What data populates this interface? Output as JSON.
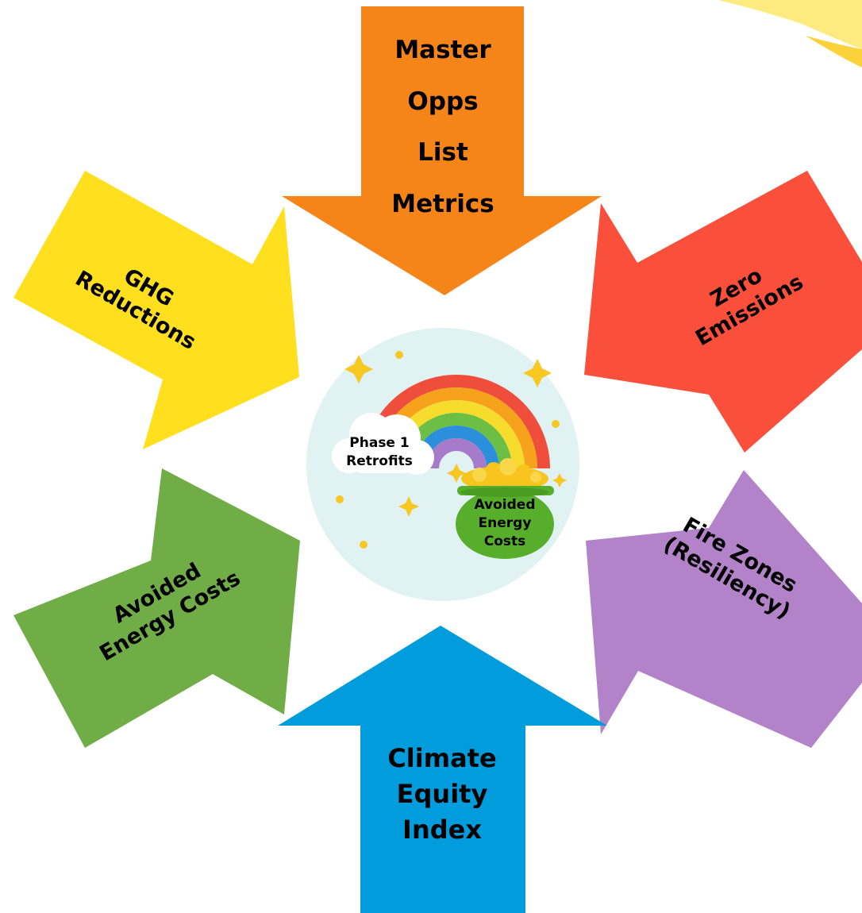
{
  "arrows": {
    "top": {
      "lines": [
        "Master",
        "Opps",
        "List",
        "Metrics"
      ],
      "color": "#F58518"
    },
    "upper_right": {
      "lines": [
        "Zero",
        "Emissions"
      ],
      "color": "#F94F3B"
    },
    "lower_right": {
      "lines": [
        "Fire Zones",
        "(Resiliency)"
      ],
      "color": "#B283C8"
    },
    "bottom": {
      "lines": [
        "Climate",
        "Equity",
        "Index"
      ],
      "color": "#009CDB"
    },
    "lower_left": {
      "lines": [
        "Avoided",
        "Energy Costs"
      ],
      "color": "#70AD47"
    },
    "upper_left": {
      "lines": [
        "GHG",
        "Reductions"
      ],
      "color": "#FFDF1E"
    }
  },
  "center": {
    "cloud_lines": [
      "Phase 1",
      "Retrofits"
    ],
    "pot_lines": [
      "Avoided",
      "Energy",
      "Costs"
    ],
    "circle_color": "#E0F2F2",
    "pot_color": "#57AE2A",
    "rainbow_colors": [
      "#F04E3C",
      "#F7A21B",
      "#F6DC2C",
      "#6DBE45",
      "#2C8FDB",
      "#A67BC9"
    ]
  }
}
